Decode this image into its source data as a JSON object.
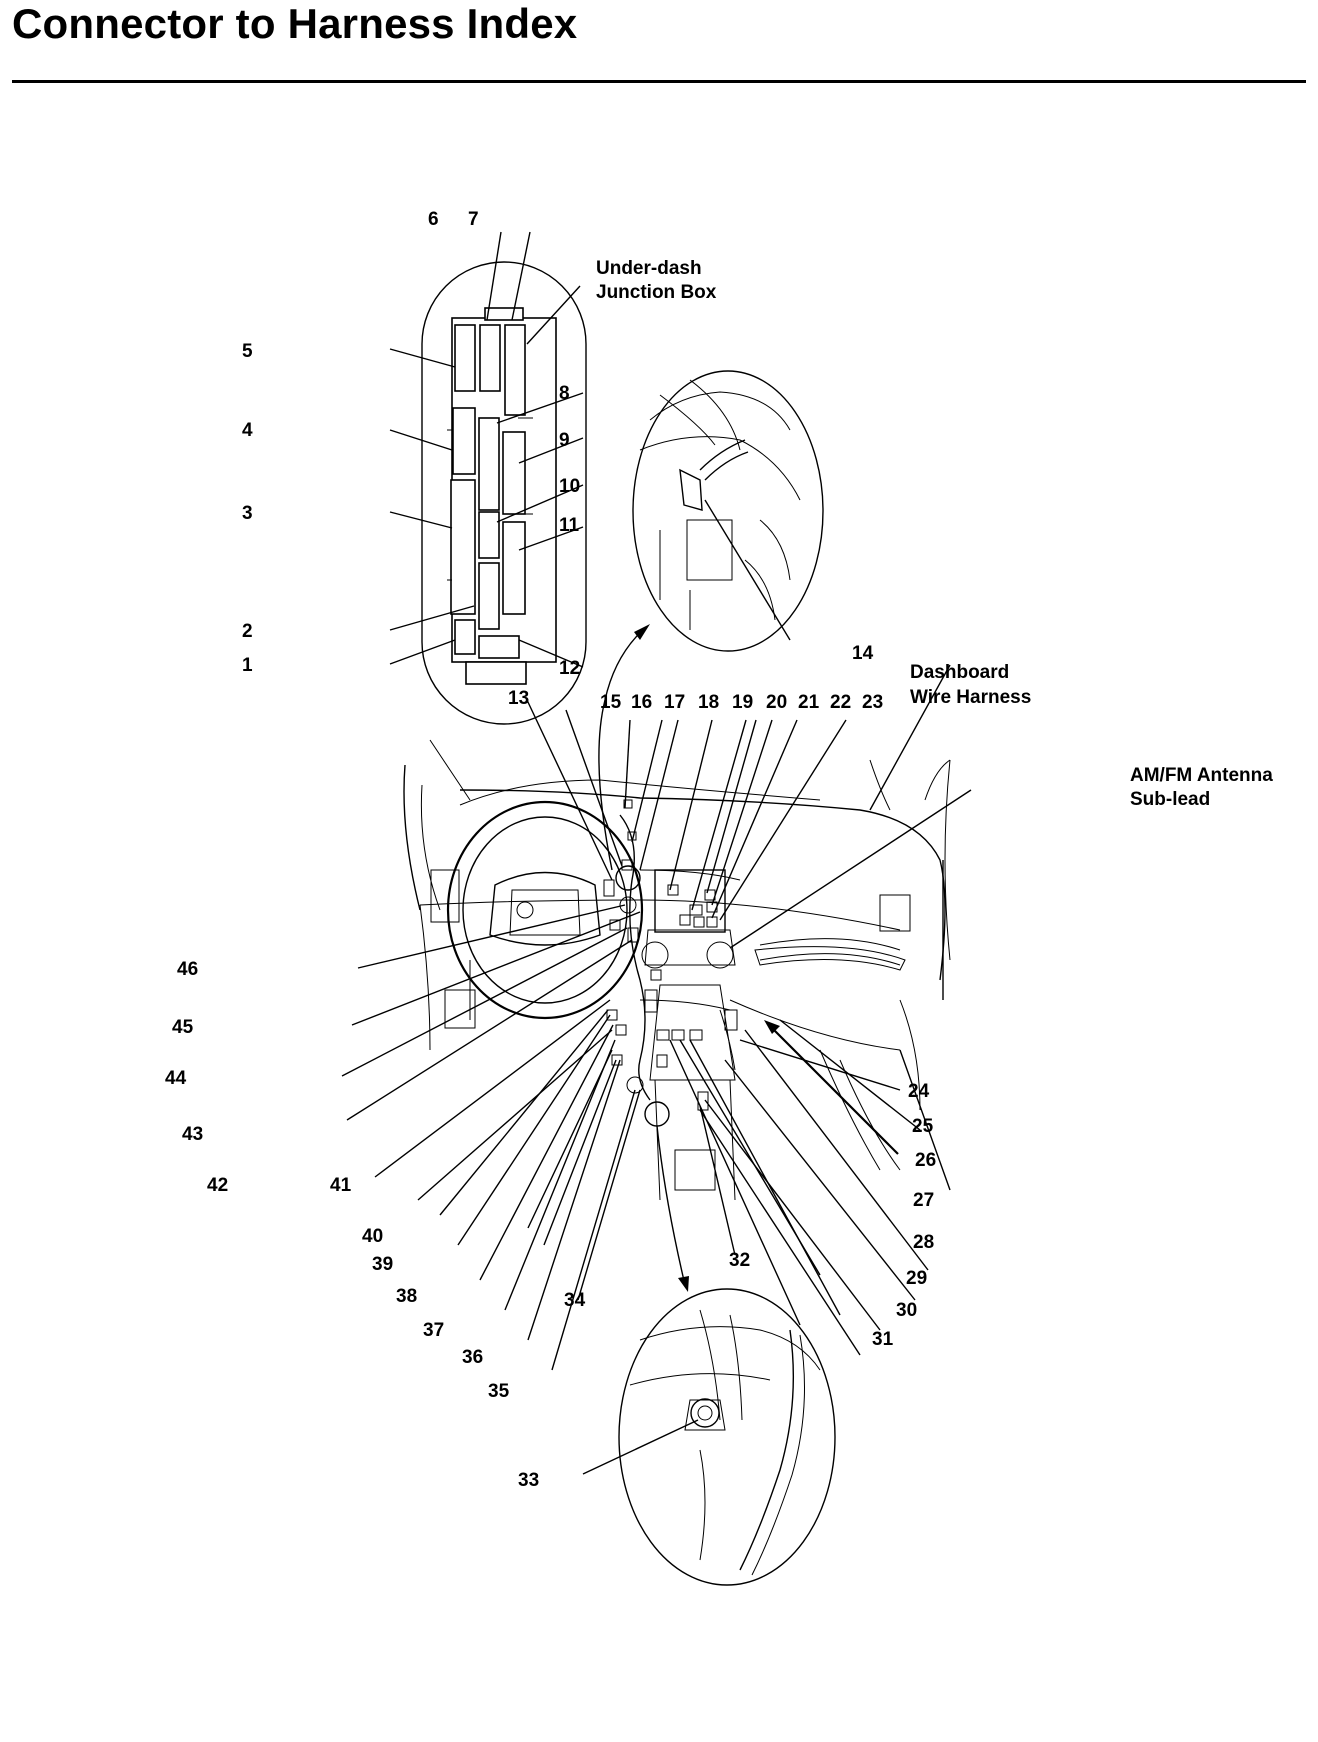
{
  "title": "Connector to Harness Index",
  "labels": {
    "junction_box_line1": "Under-dash",
    "junction_box_line2": "Junction Box",
    "dashboard_harness_line1": "Dashboard",
    "dashboard_harness_line2": "Wire Harness",
    "antenna_line1": "AM/FM Antenna",
    "antenna_line2": "Sub-lead"
  },
  "callouts": [
    "1",
    "2",
    "3",
    "4",
    "5",
    "6",
    "7",
    "8",
    "9",
    "10",
    "11",
    "12",
    "13",
    "14",
    "15",
    "16",
    "17",
    "18",
    "19",
    "20",
    "21",
    "22",
    "23",
    "24",
    "25",
    "26",
    "27",
    "28",
    "29",
    "30",
    "31",
    "32",
    "33",
    "34",
    "35",
    "36",
    "37",
    "38",
    "39",
    "40",
    "41",
    "42",
    "43",
    "44",
    "45",
    "46"
  ]
}
